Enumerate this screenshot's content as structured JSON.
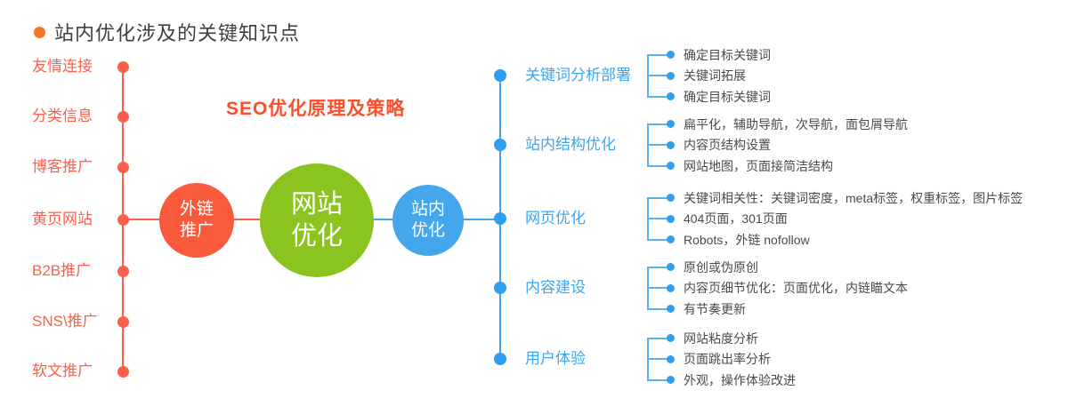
{
  "title": {
    "text": "站内优化涉及的关键知识点"
  },
  "center": {
    "heading": "SEO优化原理及策略",
    "circles": [
      {
        "name": "external-link-promotion",
        "label_lines": [
          "外链",
          "推广"
        ],
        "color": "#fa5a3c"
      },
      {
        "name": "website-optimization",
        "label_lines": [
          "网站",
          "优化"
        ],
        "color": "#8cc41f"
      },
      {
        "name": "onsite-optimization",
        "label_lines": [
          "站内",
          "优化"
        ],
        "color": "#45a7eb"
      }
    ]
  },
  "left_items": [
    "友情连接",
    "分类信息",
    "博客推广",
    "黄页网站",
    "B2B推广",
    "SNS\\推广",
    "软文推广"
  ],
  "right_groups": [
    {
      "label": "关键词分析部署",
      "children": [
        "确定目标关键词",
        "关键词拓展",
        "确定目标关键词"
      ]
    },
    {
      "label": "站内结构优化",
      "children": [
        "扁平化，辅助导航，次导航，面包屑导航",
        "内容页结构设置",
        "网站地图，页面接简洁结构"
      ]
    },
    {
      "label": "网页优化",
      "children": [
        "关键词相关性：关键词密度，meta标签，权重标签，图片标签",
        "404页面，301页面",
        "Robots，外链 nofollow"
      ]
    },
    {
      "label": "内容建设",
      "children": [
        "原创或伪原创",
        "内容页细节优化：页面优化，内链瞄文本",
        "有节奏更新"
      ]
    },
    {
      "label": "用户体验",
      "children": [
        "网站粘度分析",
        "页面跳出率分析",
        "外观，操作体验改进"
      ]
    }
  ],
  "colors": {
    "red": "#fa604b",
    "red_circle": "#fa5a3c",
    "green": "#8cc41f",
    "blue": "#41a4ec",
    "blue_circle": "#45a7eb",
    "blue_label": "#3ea4ee",
    "blue_dot": "#2d9fee",
    "blue_light": "#58b1f0",
    "heading_red": "#fa4f2b",
    "bullet_orange": "#f8752c",
    "dark_title": "#3f3f3f",
    "dark_text": "#4a4a4a"
  }
}
